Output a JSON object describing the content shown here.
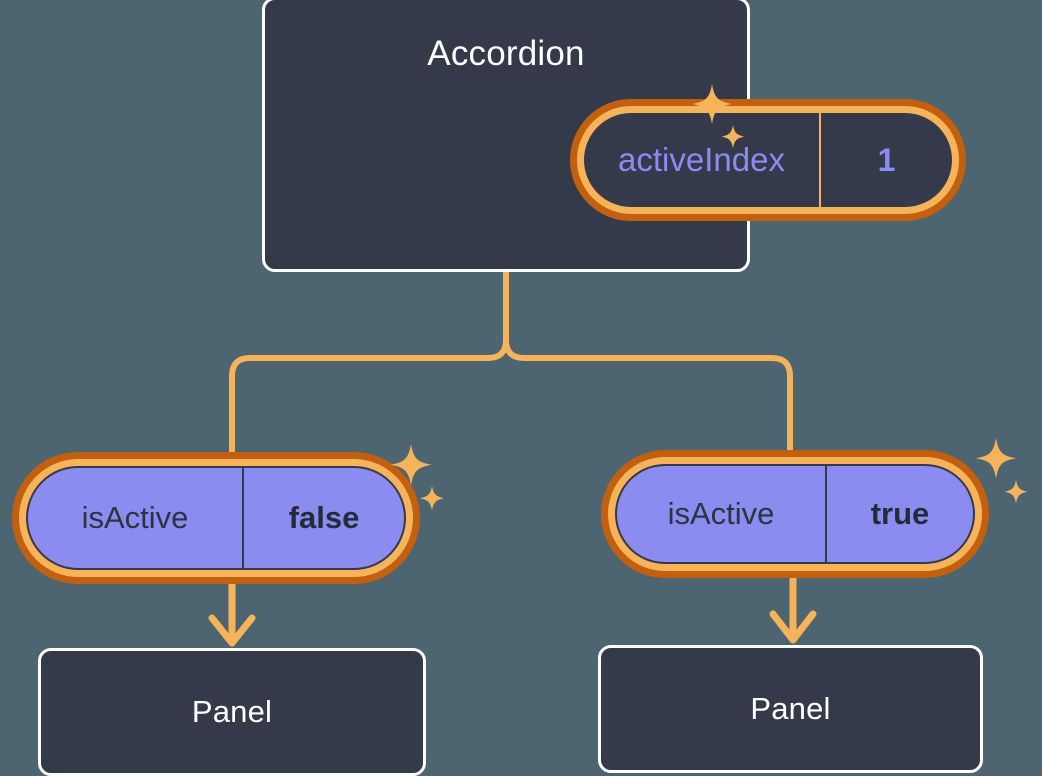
{
  "theme": {
    "background": "#4c6570",
    "card_fill": "#343a49",
    "card_border": "#ffffff",
    "ring_outer": "#c2600f",
    "ring_inner": "#f7b35a",
    "pill_fill": "#8b8bf0",
    "accent_purple": "#8b8bf5",
    "connector": "#f7b35a",
    "text_light": "#ffffff",
    "text_dark": "#242c38"
  },
  "diagram": {
    "type": "component-state-tree",
    "root": {
      "title": "Accordion",
      "state": {
        "key": "activeIndex",
        "value": "1"
      },
      "sparkle": "sparkle-icon"
    },
    "children": [
      {
        "prop": {
          "key": "isActive",
          "value": "false"
        },
        "sparkle": "sparkle-icon",
        "panel": {
          "title": "Panel"
        }
      },
      {
        "prop": {
          "key": "isActive",
          "value": "true"
        },
        "sparkle": "sparkle-icon",
        "panel": {
          "title": "Panel"
        }
      }
    ]
  }
}
